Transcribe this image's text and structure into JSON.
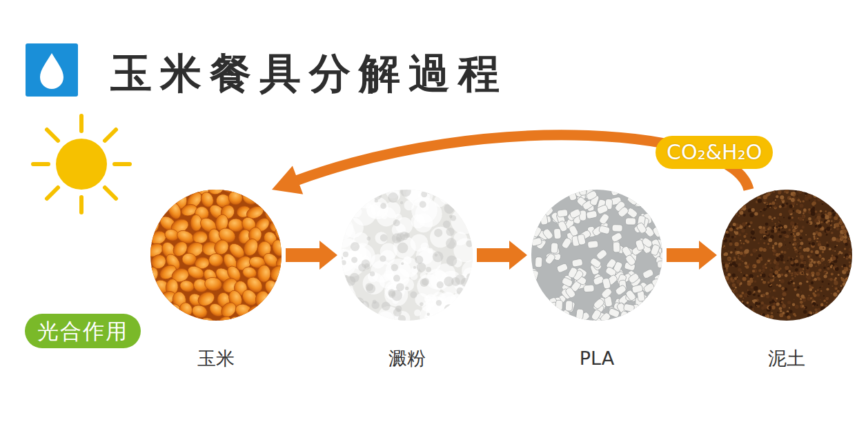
{
  "diagram": {
    "title": "玉米餐具分解過程",
    "nodes": [
      {
        "text": [
          "玉米"
        ]
      },
      {
        "text": [
          "澱粉"
        ]
      },
      {
        "text": [
          "PLA"
        ]
      },
      {
        "text": [
          "泥土"
        ]
      },
      {
        "text": [
          "光合作用"
        ]
      }
    ],
    "edges": [
      {
        "from": 0,
        "to": 1,
        "arrow": "to"
      },
      {
        "from": 1,
        "to": 2,
        "arrow": "to"
      },
      {
        "from": 2,
        "to": 3,
        "arrow": "to"
      },
      {
        "from": 3,
        "to": 0,
        "label": "CO₂&H₂O",
        "arrow": "to"
      }
    ]
  }
}
